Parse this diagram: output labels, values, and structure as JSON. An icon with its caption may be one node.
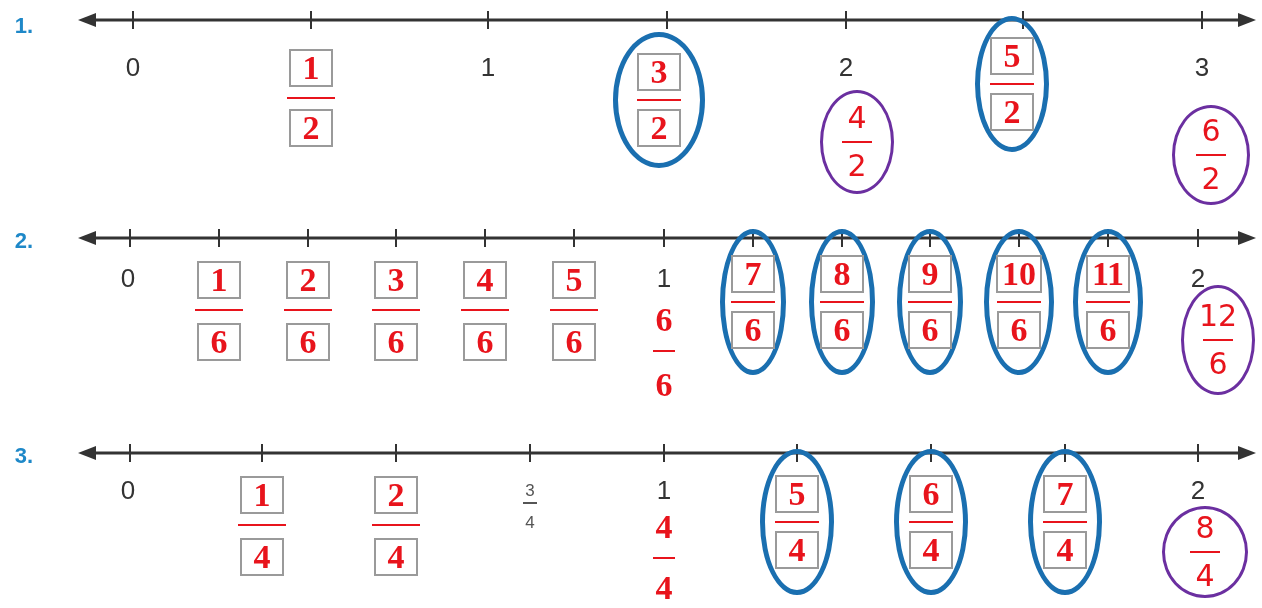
{
  "diagram": {
    "nodes": [
      {
        "text": [
          "3",
          "2"
        ]
      },
      {
        "text": [
          "5",
          "2"
        ]
      },
      {
        "text": [
          "4",
          "2"
        ]
      },
      {
        "text": [
          "6",
          "2"
        ]
      },
      {
        "text": [
          "7",
          "6"
        ]
      },
      {
        "text": [
          "8",
          "6"
        ]
      },
      {
        "text": [
          "9",
          "6"
        ]
      },
      {
        "text": [
          "10",
          "6"
        ]
      },
      {
        "text": [
          "11",
          "6"
        ]
      },
      {
        "text": [
          "12",
          "6"
        ]
      },
      {
        "text": [
          "5",
          "4"
        ]
      },
      {
        "text": [
          "6",
          "4"
        ]
      },
      {
        "text": [
          "7",
          "4"
        ]
      },
      {
        "text": [
          "8",
          "4"
        ]
      }
    ],
    "labels": [
      "1.",
      "0",
      "1",
      "2",
      "3",
      "1",
      "2",
      "2.",
      "0",
      "1",
      "2",
      "1",
      "6",
      "2",
      "6",
      "3",
      "6",
      "4",
      "6",
      "5",
      "6",
      "6",
      "6",
      "3.",
      "0",
      "3",
      "4",
      "1",
      "2",
      "1",
      "4",
      "2",
      "4",
      "4",
      "4"
    ]
  }
}
